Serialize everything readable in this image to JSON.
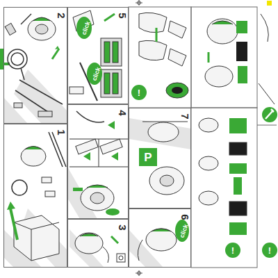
{
  "diagram": {
    "nodes": [
      {
        "text": [
          "2"
        ]
      },
      {
        "text": [
          "1"
        ]
      },
      {
        "text": [
          "5"
        ]
      },
      {
        "text": [
          "4"
        ]
      },
      {
        "text": [
          "3"
        ]
      },
      {
        "text": [
          "7"
        ]
      },
      {
        "text": [
          "6"
        ]
      }
    ],
    "labels": [
      "click",
      "click",
      "click",
      "P",
      "!",
      "!",
      "!"
    ]
  }
}
